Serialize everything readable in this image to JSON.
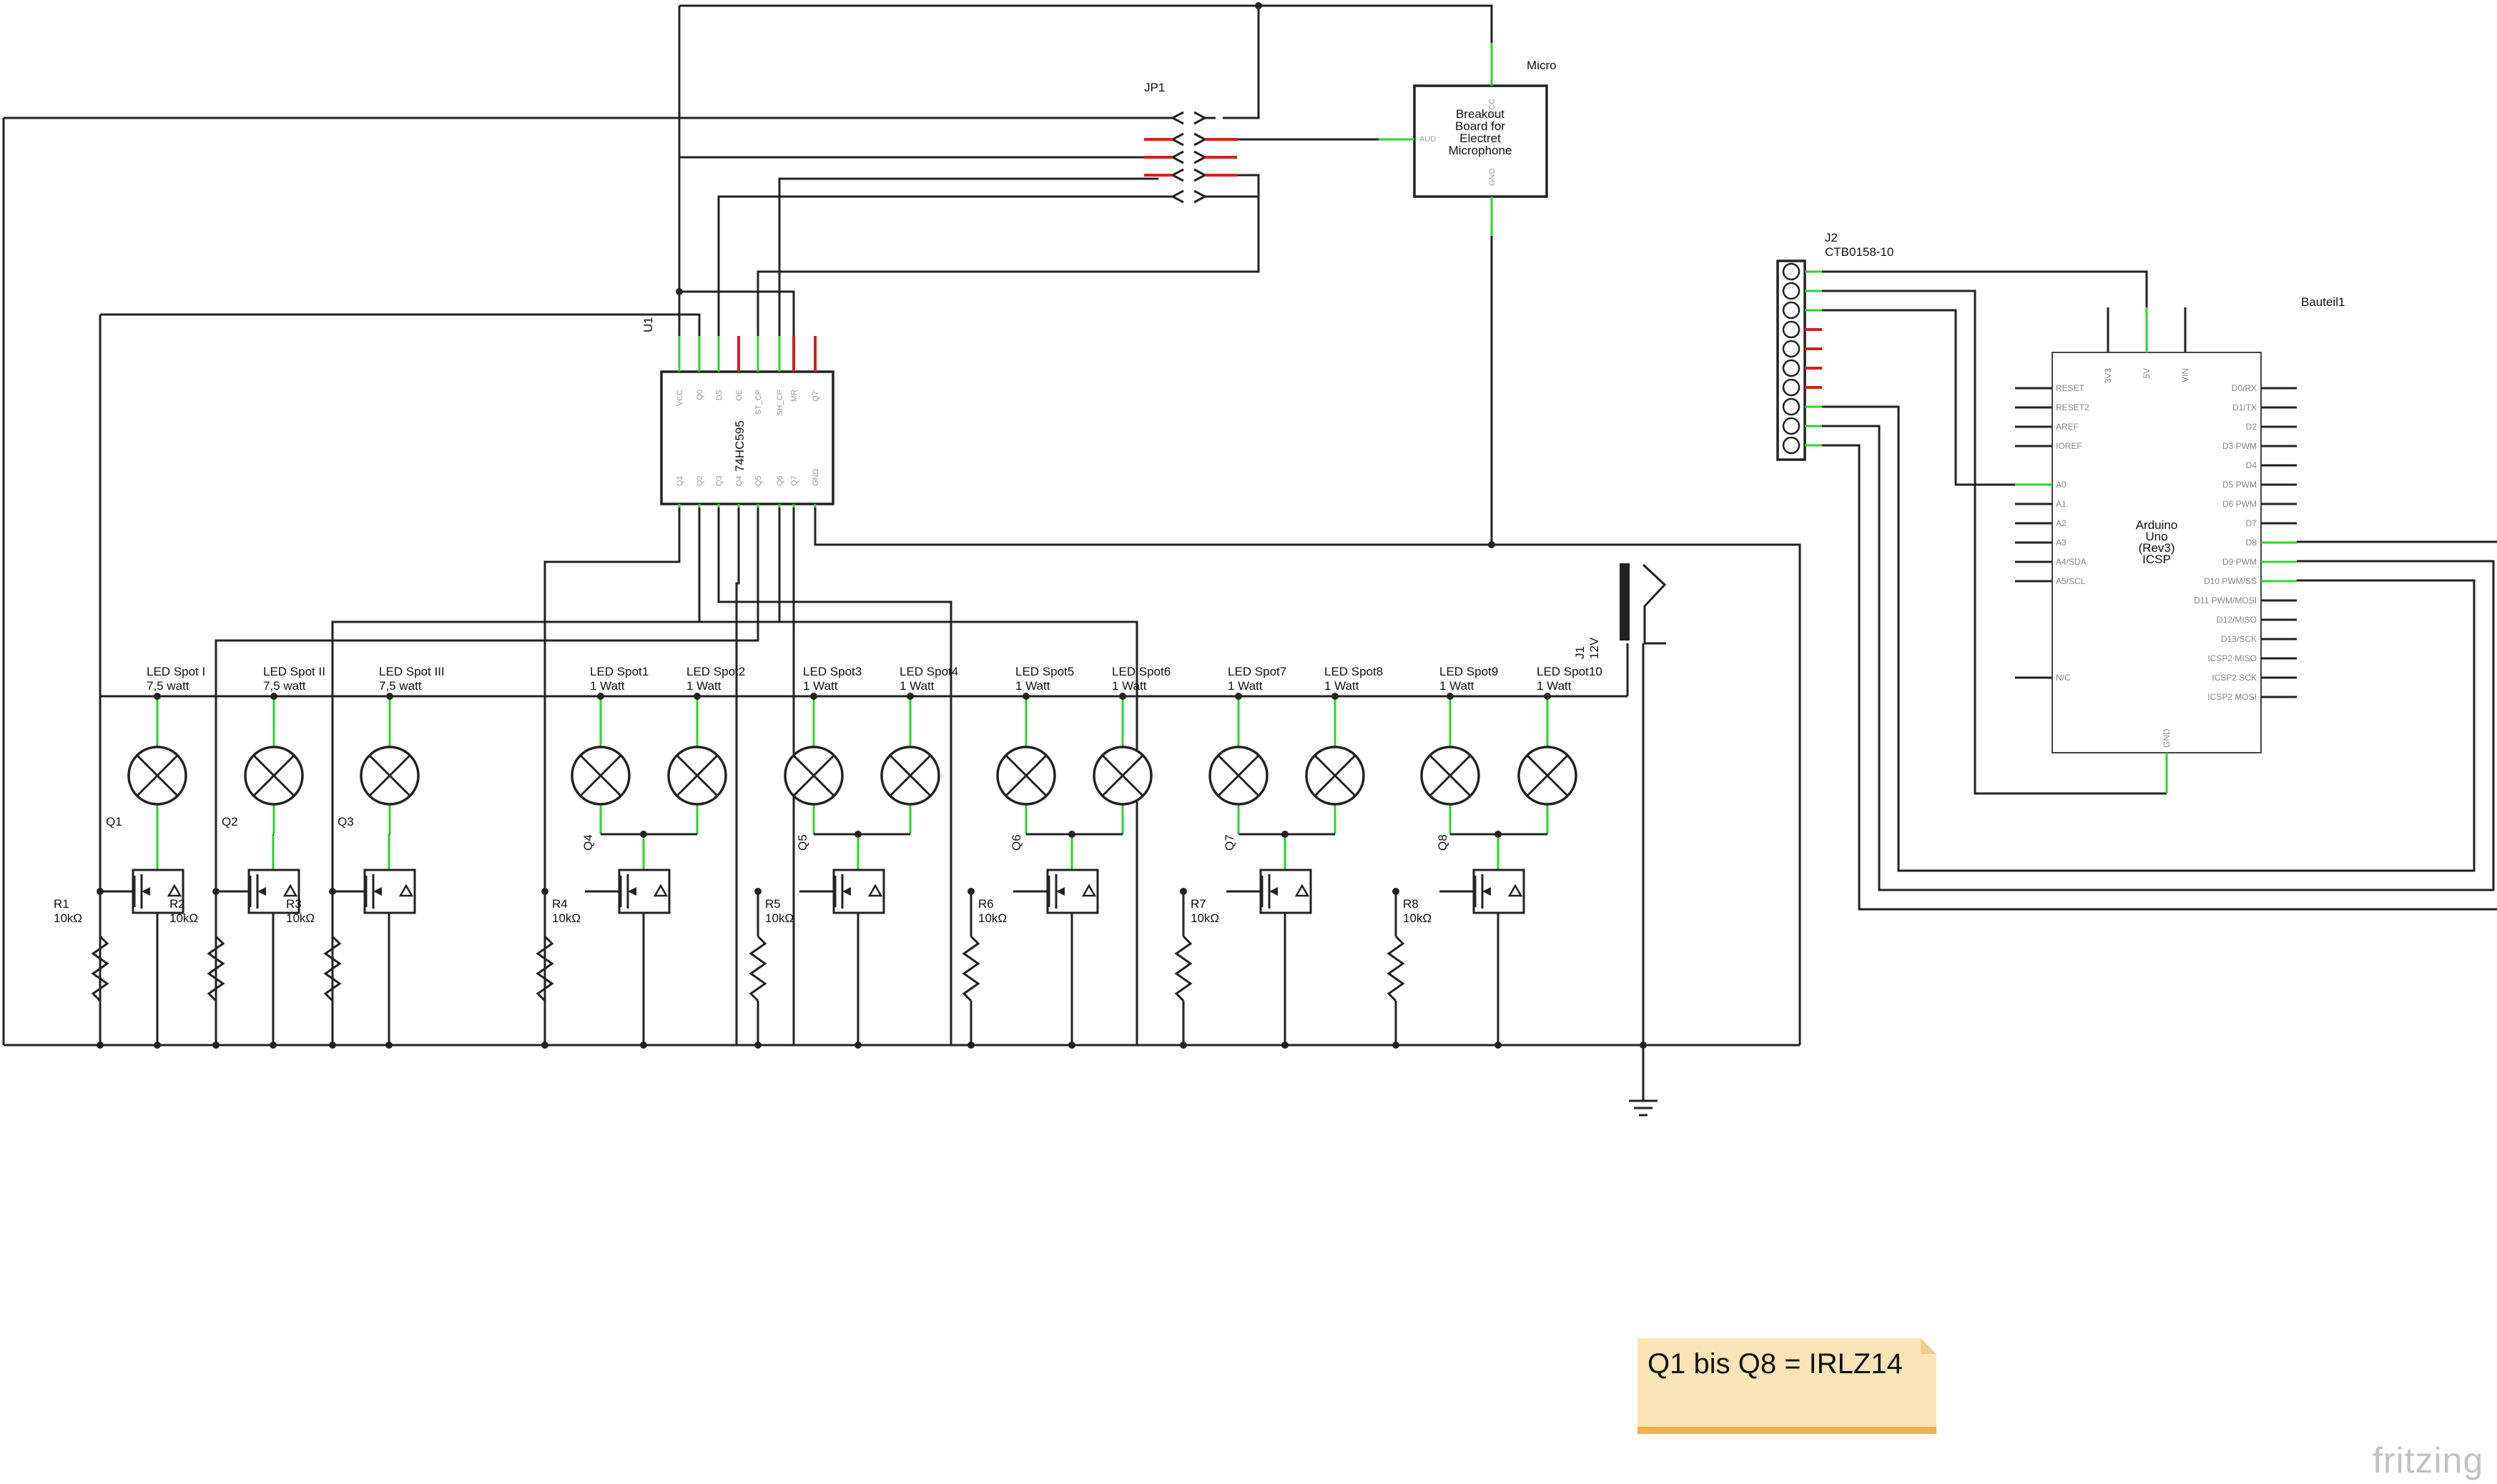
{
  "labels": {
    "u1": "U1",
    "u1_part": "74HC595",
    "jp1": "JP1",
    "micro": "Micro",
    "micro_body": [
      "Breakout",
      "Board for",
      "Electret",
      "Microphone"
    ],
    "j2_name": "J2",
    "j2_part": "CTB0158-10",
    "bauteil": "Bauteil1",
    "arduino_body": [
      "Arduino",
      "Uno",
      "(Rev3)",
      "ICSP"
    ],
    "j1_name": "J1",
    "j1_value": "12V"
  },
  "u1_pins_top": [
    "VCC",
    "Q0",
    "DS",
    "OE",
    "ST_CP",
    "SH_CP",
    "MR",
    "Q7'"
  ],
  "u1_pins_bottom": [
    "Q1",
    "Q2",
    "Q3",
    "Q4",
    "Q5",
    "Q6",
    "Q7",
    "GND"
  ],
  "micro_pins": {
    "vcc": "VCC",
    "aud": "AUD",
    "gnd": "GND"
  },
  "arduino_pins_top": [
    "3V3",
    "5V",
    "VIN"
  ],
  "arduino_pins_left": [
    "RESET",
    "RESET2",
    "AREF",
    "IOREF",
    "A0",
    "A1",
    "A2",
    "A3",
    "A4/SDA",
    "A5/SCL",
    "N/C"
  ],
  "arduino_pins_right": [
    "D0/RX",
    "D1/TX",
    "D2",
    "D3 PWM",
    "D4",
    "D5 PWM",
    "D6 PWM",
    "D7",
    "D8",
    "D9 PWM",
    "D10 PWM/SS",
    "D11 PWM/MOSI",
    "D12/MISO",
    "D13/SCK",
    "ICSP2 MISO",
    "ICSP2 SCK",
    "ICSP2 MOSI"
  ],
  "arduino_pin_bottom": "GND",
  "leds": [
    {
      "name": "LED Spot I",
      "value": "7,5 watt"
    },
    {
      "name": "LED Spot II",
      "value": "7,5 watt"
    },
    {
      "name": "LED Spot III",
      "value": "7,5 watt"
    },
    {
      "name": "LED Spot1",
      "value": "1 Watt"
    },
    {
      "name": "LED Spot2",
      "value": "1 Watt"
    },
    {
      "name": "LED Spot3",
      "value": "1 Watt"
    },
    {
      "name": "LED Spot4",
      "value": "1 Watt"
    },
    {
      "name": "LED Spot5",
      "value": "1 Watt"
    },
    {
      "name": "LED Spot6",
      "value": "1 Watt"
    },
    {
      "name": "LED Spot7",
      "value": "1 Watt"
    },
    {
      "name": "LED Spot8",
      "value": "1 Watt"
    },
    {
      "name": "LED Spot9",
      "value": "1 Watt"
    },
    {
      "name": "LED Spot10",
      "value": "1 Watt"
    }
  ],
  "transistors": [
    "Q1",
    "Q2",
    "Q3",
    "Q4",
    "Q5",
    "Q6",
    "Q7",
    "Q8"
  ],
  "resistors": [
    {
      "name": "R1",
      "value": "10kΩ"
    },
    {
      "name": "R2",
      "value": "10kΩ"
    },
    {
      "name": "R3",
      "value": "10kΩ"
    },
    {
      "name": "R4",
      "value": "10kΩ"
    },
    {
      "name": "R5",
      "value": "10kΩ"
    },
    {
      "name": "R6",
      "value": "10kΩ"
    },
    {
      "name": "R7",
      "value": "10kΩ"
    },
    {
      "name": "R8",
      "value": "10kΩ"
    }
  ],
  "note": "Q1 bis Q8 = IRLZ14",
  "brand": "fritzing"
}
